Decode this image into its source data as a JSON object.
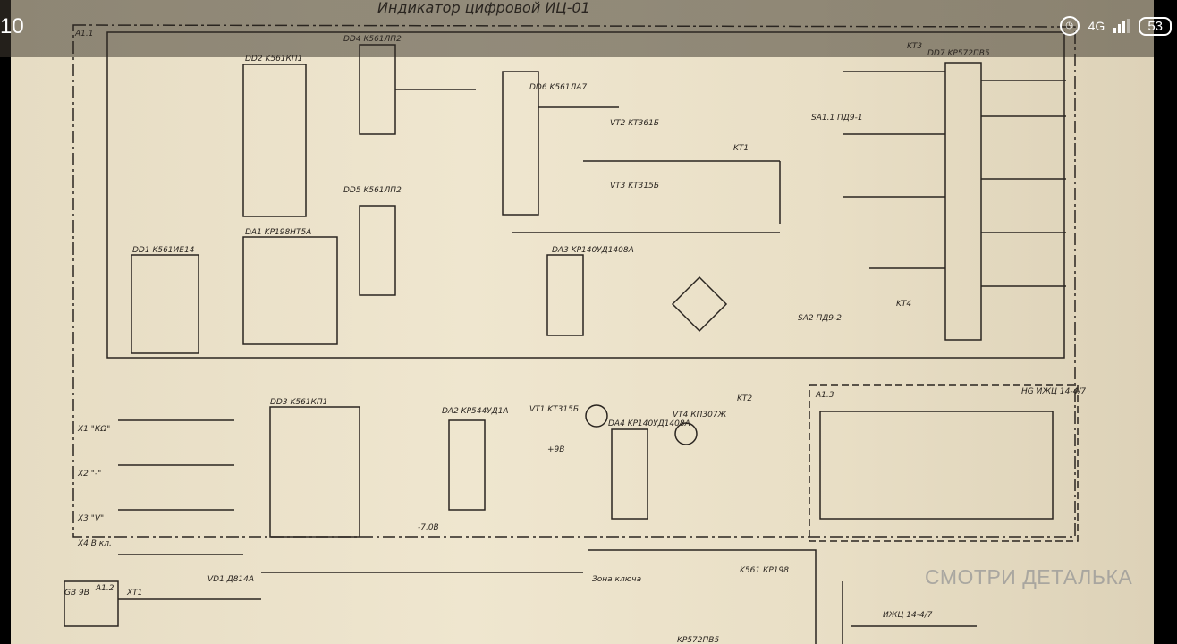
{
  "status_bar": {
    "time": "10",
    "network": "4G",
    "battery": "53"
  },
  "schematic": {
    "title": "Индикатор цифровой ИЦ-01",
    "labels": {
      "a11": "A1.1",
      "a13": "A1.3",
      "dd2": "DD2 K561КП1",
      "dd4": "DD4 K561ЛП2",
      "dd5": "DD5 K561ЛП2",
      "dd6": "DD6 K561ЛА7",
      "dd7": "DD7 KP572ПВ5",
      "dd1": "DD1 K561ИЕ14",
      "dd3": "DD3 K561КП1",
      "da1": "DA1 KP198НТ5А",
      "da3": "DA3 KP140УД1408A",
      "da2": "DA2 KP544УД1А",
      "da4": "DA4 KP140УД1408A",
      "vt1": "VT1 KT315Б",
      "vt2": "VT2 KT361Б",
      "vt3": "VT3 KT315Б",
      "vt4": "VT4 КП307Ж",
      "hg": "HG ИЖЦ 14-4/7",
      "kt1": "KT1",
      "kt2": "KT2",
      "kt3": "KT3",
      "kt4": "KT4",
      "sa1": "SA1.1 ПД9-1",
      "sa2": "SA2 ПД9-2",
      "gb": "GB 9В",
      "xt1": "XT1",
      "a12": "A1.2",
      "x1": "X1 \"КΩ\"",
      "x2": "X2 \"-\"",
      "x3": "X3 \"V\"",
      "x4": "X4 В кл.",
      "vd1": "VD1 Д814А",
      "plus9": "+9В",
      "minus7": "-7,0В",
      "lower": "KP572ПВ5",
      "key": "Зона ключа",
      "k561": "K561 КР198",
      "hg2": "ИЖЦ 14-4/7"
    }
  },
  "watermark": "СМОТРИ ДЕТАЛЬКА"
}
